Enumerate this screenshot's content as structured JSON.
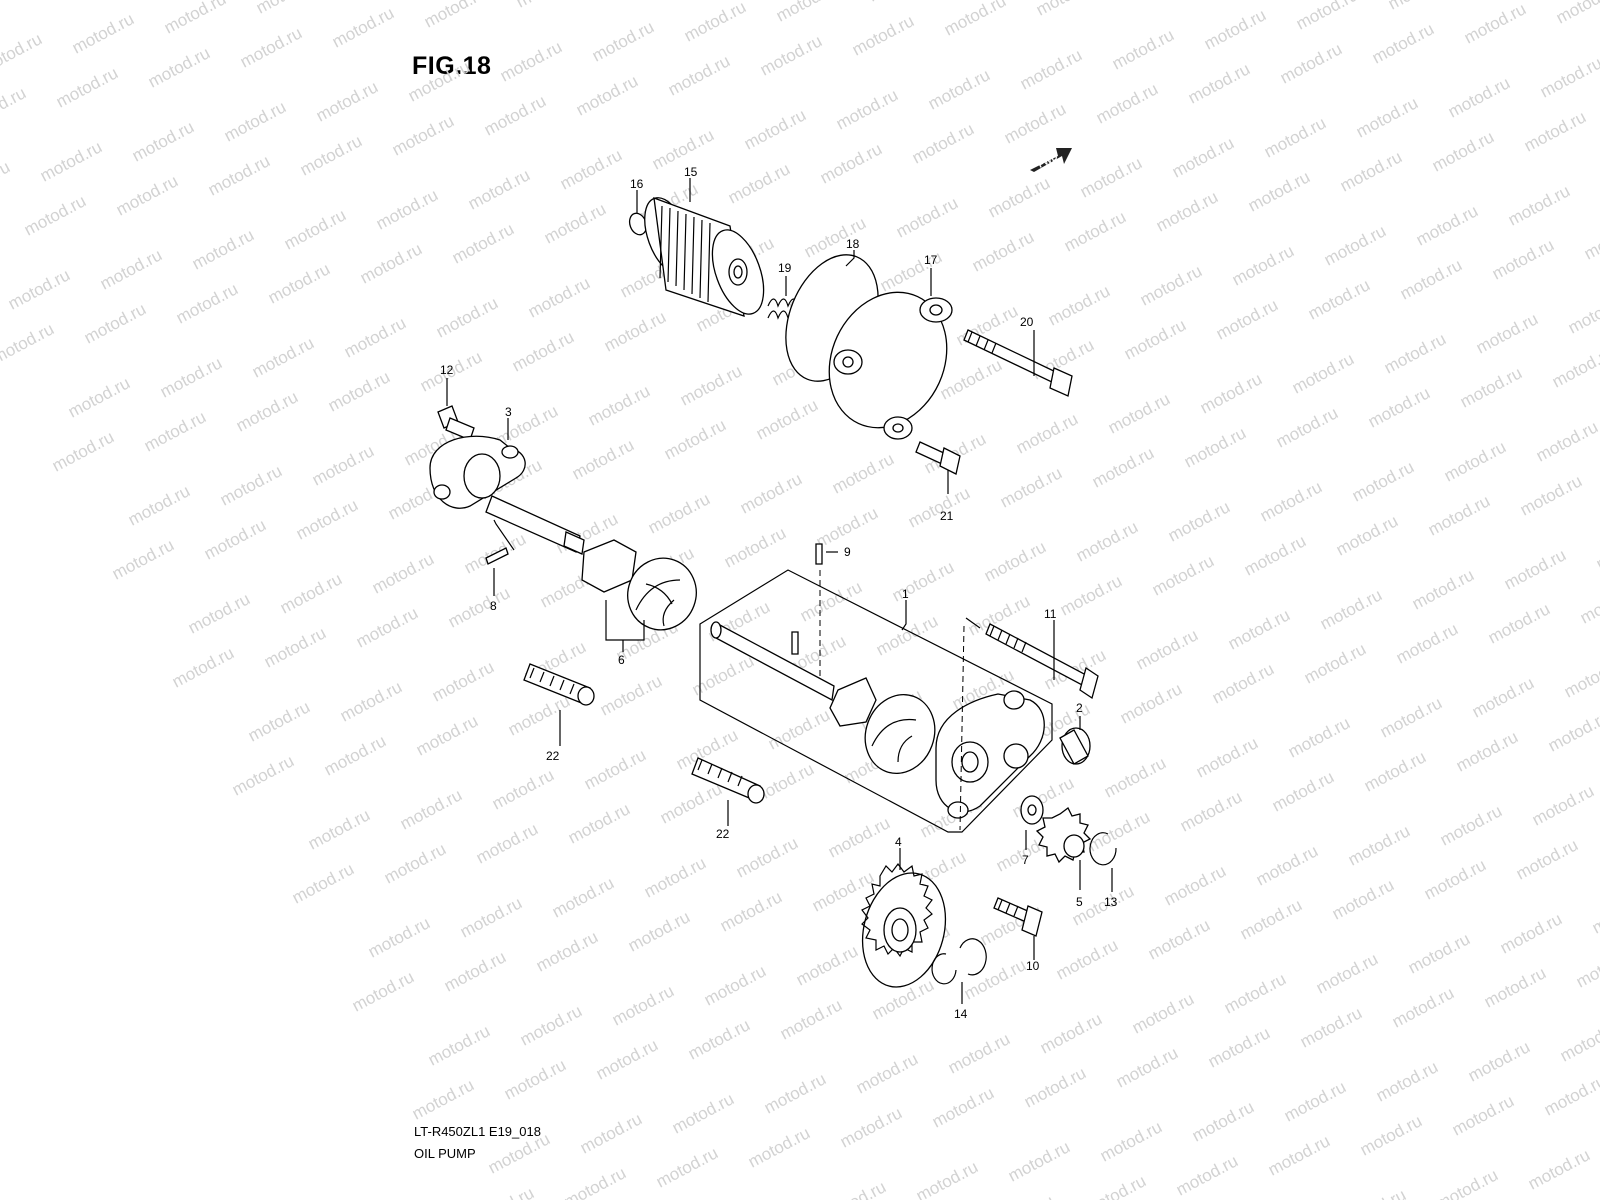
{
  "figure": {
    "title": "FIG.18",
    "model_code": "LT-R450ZL1 E19_018",
    "section": "OIL PUMP",
    "direction_label": "FWD",
    "watermark": "motod.ru"
  },
  "callouts": [
    "1",
    "2",
    "3",
    "4",
    "5",
    "6",
    "7",
    "8",
    "9",
    "10",
    "11",
    "12",
    "13",
    "14",
    "15",
    "16",
    "17",
    "18",
    "19",
    "20",
    "21",
    "22",
    "22"
  ]
}
